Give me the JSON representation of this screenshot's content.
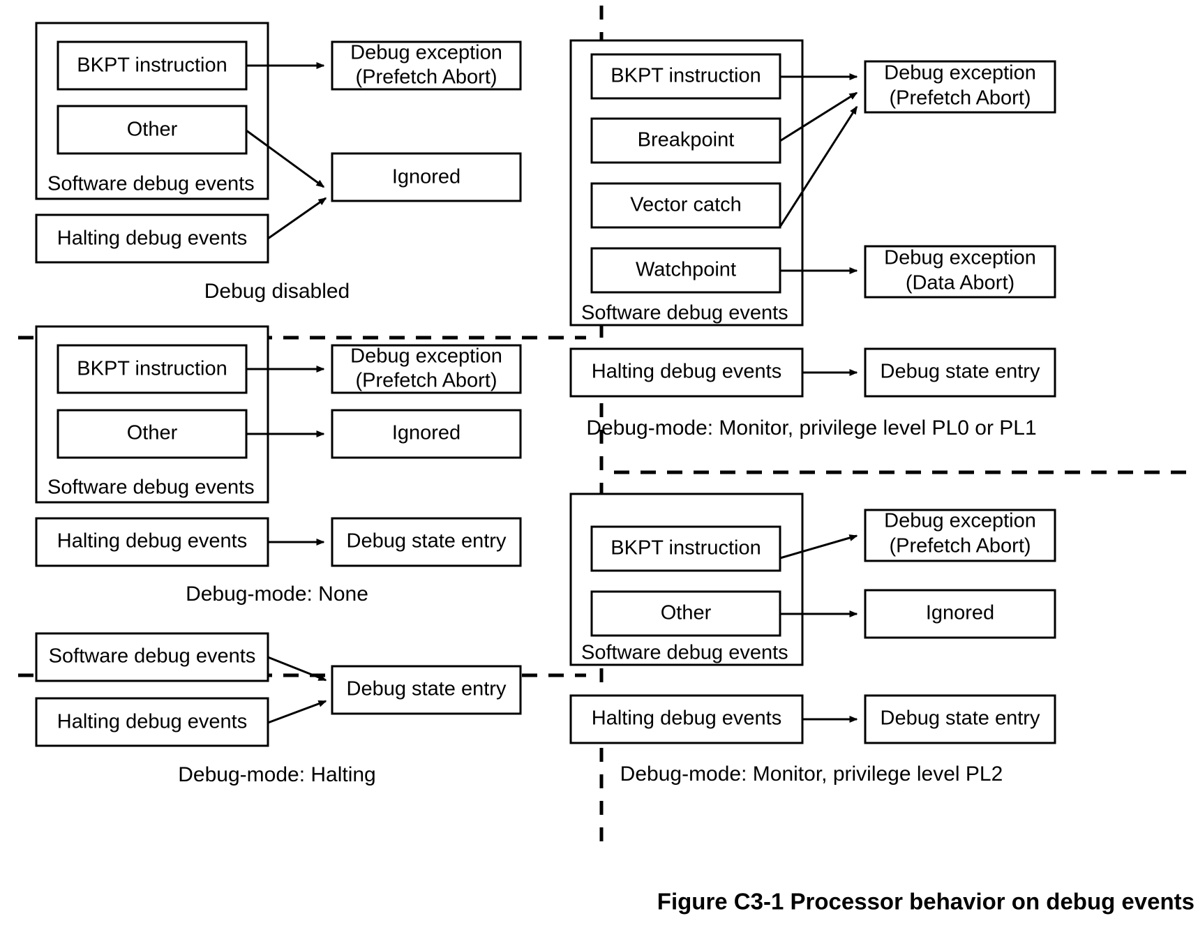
{
  "figure": {
    "caption": "Figure C3-1 Processor behavior on debug events"
  },
  "panels": [
    {
      "id": "debug-disabled",
      "caption": "Debug disabled",
      "group": {
        "label": "Software debug events"
      },
      "sources": [
        {
          "label": "BKPT instruction"
        },
        {
          "label": "Other"
        },
        {
          "label": "Halting debug events"
        }
      ],
      "targets": [
        {
          "label_line1": "Debug exception",
          "label_line2": "(Prefetch Abort)"
        },
        {
          "label_line1": "Ignored",
          "label_line2": ""
        }
      ]
    },
    {
      "id": "debug-mode-none",
      "caption": "Debug-mode: None",
      "group": {
        "label": "Software debug events"
      },
      "sources": [
        {
          "label": "BKPT instruction"
        },
        {
          "label": "Other"
        },
        {
          "label": "Halting debug events"
        }
      ],
      "targets": [
        {
          "label_line1": "Debug exception",
          "label_line2": "(Prefetch Abort)"
        },
        {
          "label_line1": "Ignored",
          "label_line2": ""
        },
        {
          "label_line1": "Debug state entry",
          "label_line2": ""
        }
      ]
    },
    {
      "id": "debug-mode-halting",
      "caption": "Debug-mode:  Halting",
      "sources": [
        {
          "label": "Software debug events"
        },
        {
          "label": "Halting debug events"
        }
      ],
      "targets": [
        {
          "label_line1": "Debug state entry",
          "label_line2": ""
        }
      ]
    },
    {
      "id": "debug-mode-monitor-pl0-pl1",
      "caption": "Debug-mode:  Monitor, privilege level PL0 or PL1",
      "group": {
        "label": "Software debug events"
      },
      "sources": [
        {
          "label": "BKPT instruction"
        },
        {
          "label": "Breakpoint"
        },
        {
          "label": "Vector catch"
        },
        {
          "label": "Watchpoint"
        },
        {
          "label": "Halting debug events"
        }
      ],
      "targets": [
        {
          "label_line1": "Debug exception",
          "label_line2": "(Prefetch Abort)"
        },
        {
          "label_line1": "Debug exception",
          "label_line2": "(Data Abort)"
        },
        {
          "label_line1": "Debug state entry",
          "label_line2": ""
        }
      ]
    },
    {
      "id": "debug-mode-monitor-pl2",
      "caption": "Debug-mode: Monitor, privilege level PL2",
      "group": {
        "label": "Software debug events"
      },
      "sources": [
        {
          "label": "BKPT instruction"
        },
        {
          "label": "Other"
        },
        {
          "label": "Halting debug events"
        }
      ],
      "targets": [
        {
          "label_line1": "Debug exception",
          "label_line2": "(Prefetch Abort)"
        },
        {
          "label_line1": "Ignored",
          "label_line2": ""
        },
        {
          "label_line1": "Debug state entry",
          "label_line2": ""
        }
      ]
    }
  ],
  "colors": {
    "stroke": "#000000",
    "background": "#ffffff"
  }
}
